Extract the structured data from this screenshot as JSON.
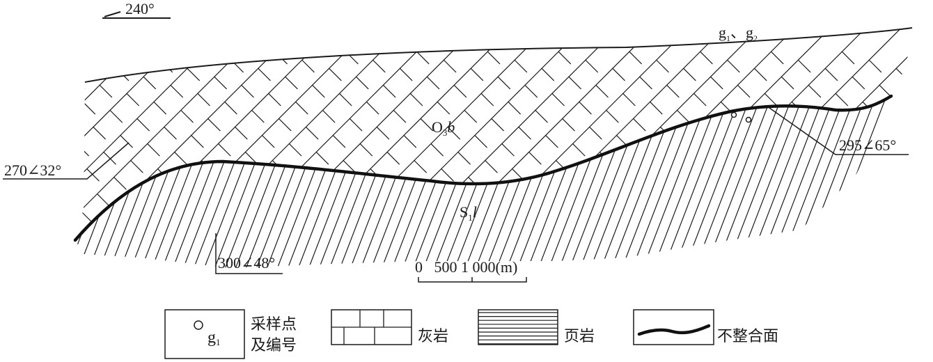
{
  "header": {
    "azimuth_label": "240°"
  },
  "strata": {
    "upper": {
      "prefix": "O",
      "sub": "3",
      "suffix": "b"
    },
    "lower": {
      "prefix": "S",
      "sub": "1",
      "suffix": "l"
    }
  },
  "samples": {
    "label_first": "g",
    "sub1": "1",
    "sep": "、",
    "label_second": "g",
    "sub2": "2"
  },
  "attitudes": {
    "left": "270∠32°",
    "bottom": "300∠48°",
    "right": "295∠65°"
  },
  "scale": {
    "text": "0   500 1 000(m)"
  },
  "legend": {
    "sample": {
      "symbol": "g",
      "sub": "1",
      "label_line1": "采样点",
      "label_line2": "及编号"
    },
    "limestone": {
      "label": "灰岩"
    },
    "shale": {
      "label": "页岩"
    },
    "unconformity": {
      "label": "不整合面"
    }
  },
  "colors": {
    "ink": "#1a1a1a",
    "background": "#ffffff"
  }
}
